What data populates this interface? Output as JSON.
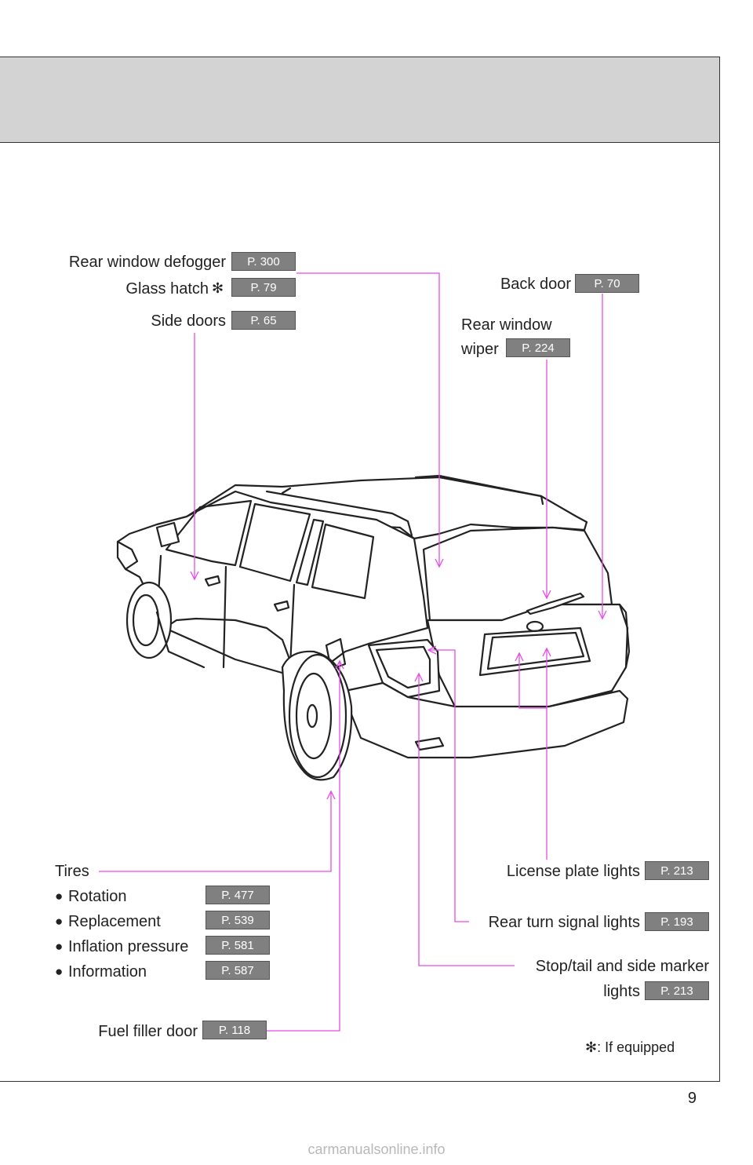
{
  "labels": {
    "rear_window_defogger": "Rear window defogger",
    "rear_window_defogger_page": "P. 300",
    "glass_hatch": "Glass hatch",
    "glass_hatch_mark": "✻",
    "glass_hatch_page": "P. 79",
    "side_doors": "Side doors",
    "side_doors_page": "P. 65",
    "back_door": "Back door",
    "back_door_page": "P. 70",
    "rear_window_wiper_line1": "Rear window",
    "rear_window_wiper_line2": "wiper",
    "rear_window_wiper_page": "P. 224",
    "tires": "Tires",
    "rotation": "Rotation",
    "rotation_page": "P. 477",
    "replacement": "Replacement",
    "replacement_page": "P. 539",
    "inflation_pressure": "Inflation pressure",
    "inflation_pressure_page": "P. 581",
    "information": "Information",
    "information_page": "P. 587",
    "bullet": "●",
    "fuel_filler_door": "Fuel filler door",
    "fuel_filler_door_page": "P. 118",
    "license_plate_lights": "License plate lights",
    "license_plate_lights_page": "P. 213",
    "rear_turn_signal_lights": "Rear turn signal lights",
    "rear_turn_signal_lights_page": "P. 193",
    "stop_tail_line1": "Stop/tail and side marker",
    "stop_tail_line2": "lights",
    "stop_tail_page": "P. 213"
  },
  "footnote": {
    "mark": "✻",
    "text": ": If equipped"
  },
  "page_number": "9",
  "watermark": "carmanualsonline.info",
  "colors": {
    "leader": "#e64ce6",
    "badge": "#808080",
    "header": "#d3d3d3"
  }
}
